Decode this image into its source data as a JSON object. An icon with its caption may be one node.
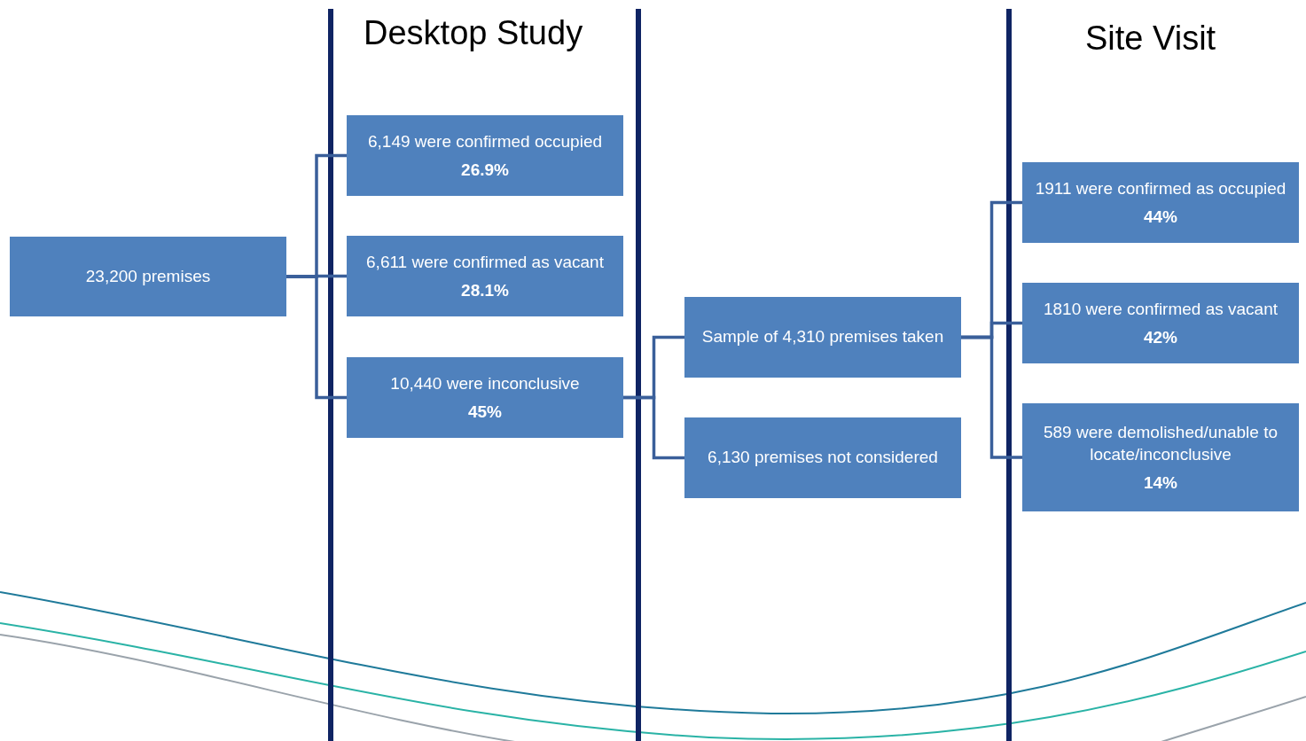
{
  "diagram": {
    "nodes": [
      {
        "text": [
          "23,200 premises"
        ]
      },
      {
        "text": [
          "6,149 were confirmed occupied",
          "26.9%"
        ]
      },
      {
        "text": [
          "6,611 were confirmed as vacant",
          "28.1%"
        ]
      },
      {
        "text": [
          "10,440 were inconclusive",
          "45%"
        ]
      },
      {
        "text": [
          "Sample of 4,310 premises taken"
        ]
      },
      {
        "text": [
          "6,130 premises not considered"
        ]
      },
      {
        "text": [
          "1911 were confirmed as occupied",
          "44%"
        ]
      },
      {
        "text": [
          "1810 were confirmed as vacant",
          "42%"
        ]
      },
      {
        "text": [
          "589 were demolished/unable to locate/inconclusive",
          "14%"
        ]
      }
    ],
    "edges": [
      {
        "from": 0,
        "to": 1,
        "arrow": "none"
      },
      {
        "from": 0,
        "to": 2,
        "arrow": "none"
      },
      {
        "from": 0,
        "to": 3,
        "arrow": "none"
      },
      {
        "from": 3,
        "to": 4,
        "arrow": "none"
      },
      {
        "from": 3,
        "to": 5,
        "arrow": "none"
      },
      {
        "from": 4,
        "to": 6,
        "arrow": "none"
      },
      {
        "from": 4,
        "to": 7,
        "arrow": "none"
      },
      {
        "from": 4,
        "to": 8,
        "arrow": "none"
      }
    ],
    "labels": [
      "Desktop Study",
      "Site Visit"
    ]
  }
}
